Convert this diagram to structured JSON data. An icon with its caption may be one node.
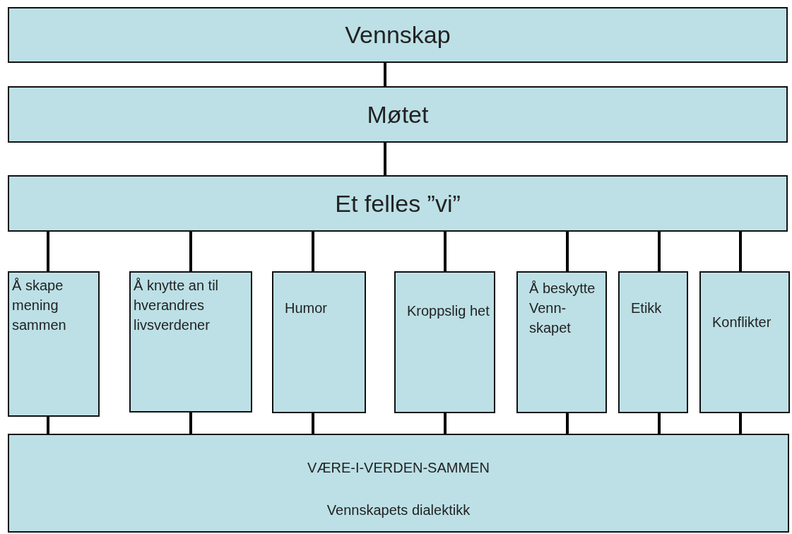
{
  "diagram": {
    "nodes": [
      {
        "text": [
          "Vennskap"
        ]
      },
      {
        "text": [
          "Møtet"
        ]
      },
      {
        "text": [
          "Et felles ”vi”"
        ]
      },
      {
        "text": [
          "Å skape mening sammen"
        ]
      },
      {
        "text": [
          "Å knytte an til hverandres livsverdener"
        ]
      },
      {
        "text": [
          "Humor"
        ]
      },
      {
        "text": [
          "Kroppslig het"
        ]
      },
      {
        "text": [
          "Å beskytte Venn- skapet"
        ]
      },
      {
        "text": [
          "Etikk"
        ]
      },
      {
        "text": [
          "Konflikter"
        ]
      },
      {
        "text": [
          "VÆRE-I-VERDEN-SAMMEN",
          "Vennskapets dialektikk"
        ]
      }
    ],
    "edges": [
      {
        "from": 0,
        "to": 1,
        "arrow": "none"
      },
      {
        "from": 1,
        "to": 2,
        "arrow": "none"
      },
      {
        "from": 2,
        "to": 3,
        "arrow": "none"
      },
      {
        "from": 2,
        "to": 4,
        "arrow": "none"
      },
      {
        "from": 2,
        "to": 5,
        "arrow": "none"
      },
      {
        "from": 2,
        "to": 6,
        "arrow": "none"
      },
      {
        "from": 2,
        "to": 7,
        "arrow": "none"
      },
      {
        "from": 2,
        "to": 8,
        "arrow": "none"
      },
      {
        "from": 2,
        "to": 9,
        "arrow": "none"
      },
      {
        "from": 3,
        "to": 10,
        "arrow": "none"
      },
      {
        "from": 4,
        "to": 10,
        "arrow": "none"
      },
      {
        "from": 5,
        "to": 10,
        "arrow": "none"
      },
      {
        "from": 6,
        "to": 10,
        "arrow": "none"
      },
      {
        "from": 7,
        "to": 10,
        "arrow": "none"
      },
      {
        "from": 8,
        "to": 10,
        "arrow": "none"
      },
      {
        "from": 9,
        "to": 10,
        "arrow": "none"
      }
    ]
  }
}
